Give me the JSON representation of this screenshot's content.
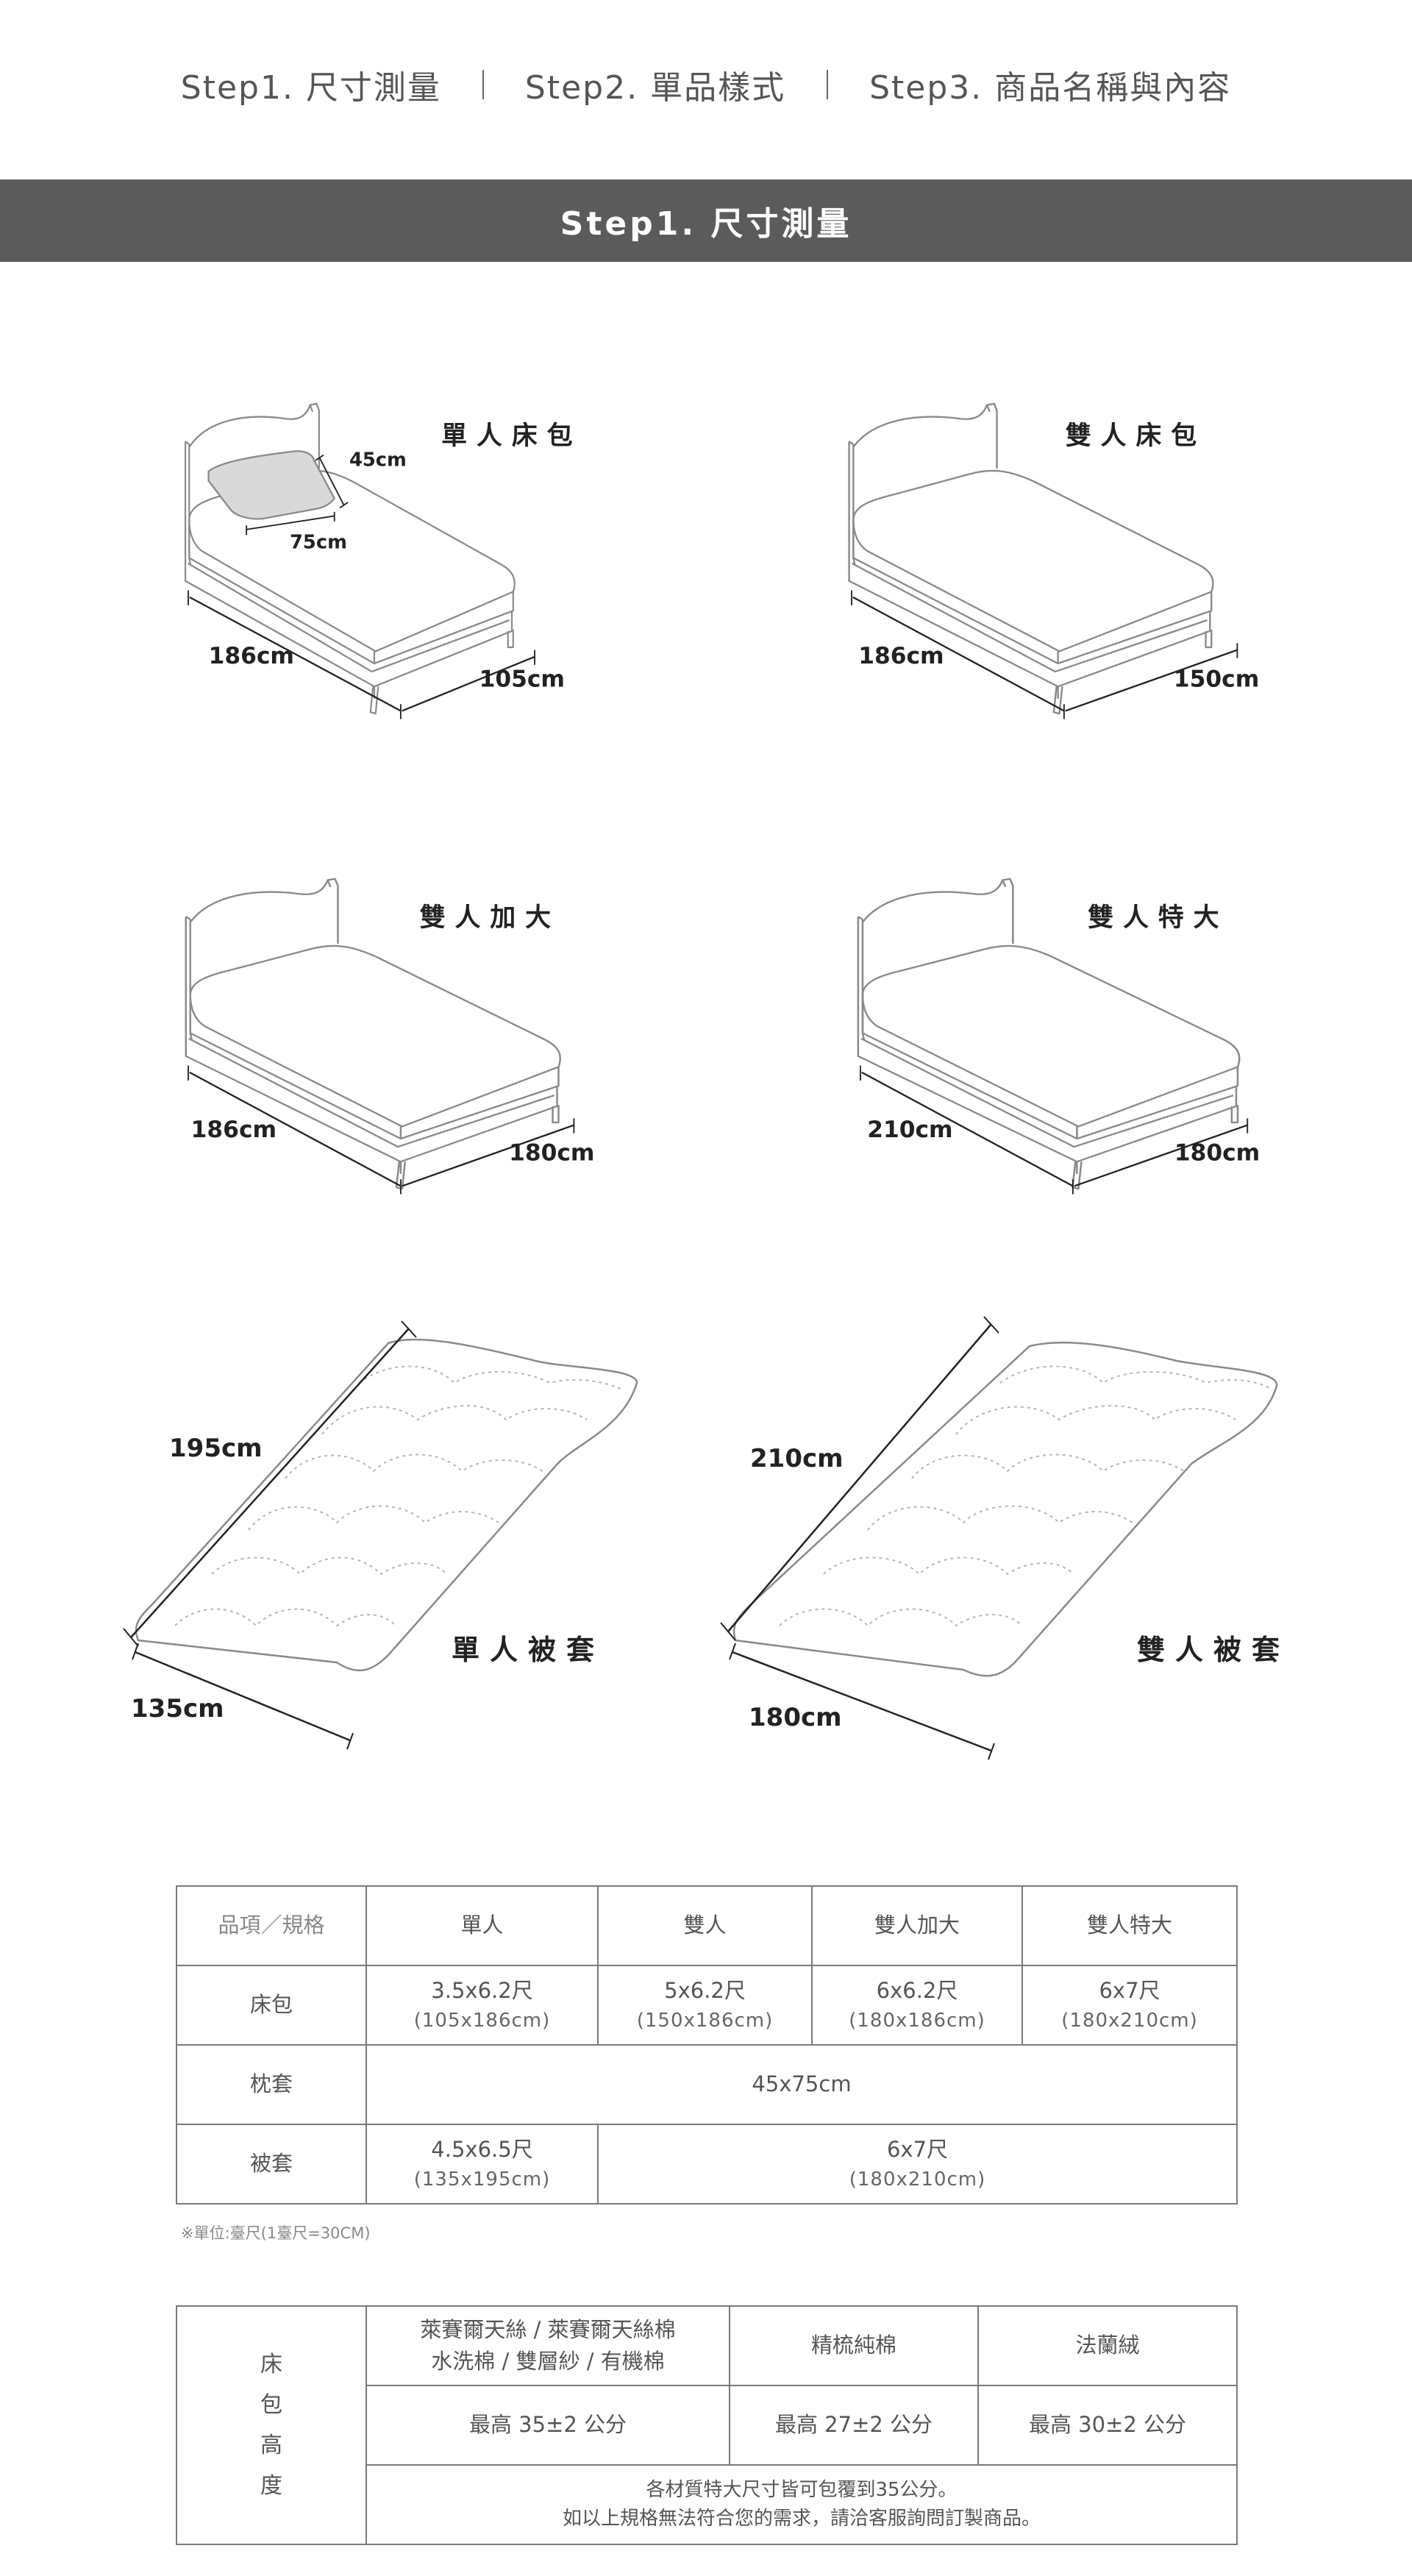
{
  "nav": {
    "steps": [
      "Step1. 尺寸測量",
      "Step2. 單品樣式",
      "Step3. 商品名稱與內容"
    ]
  },
  "section": {
    "title": "Step1. 尺寸測量"
  },
  "illustrations": {
    "single_bed": {
      "title": "單人床包",
      "pillow_h": "45cm",
      "pillow_w": "75cm",
      "length": "186cm",
      "width": "105cm"
    },
    "double_bed": {
      "title": "雙人床包",
      "length": "186cm",
      "width": "150cm"
    },
    "queen_bed": {
      "title": "雙人加大",
      "length": "186cm",
      "width": "180cm"
    },
    "king_bed": {
      "title": "雙人特大",
      "length": "210cm",
      "width": "180cm"
    },
    "single_quilt": {
      "title": "單人被套",
      "length": "195cm",
      "width": "135cm"
    },
    "double_quilt": {
      "title": "雙人被套",
      "length": "210cm",
      "width": "180cm"
    }
  },
  "spec_table": {
    "header": [
      "品項／規格",
      "單人",
      "雙人",
      "雙人加大",
      "雙人特大"
    ],
    "fitted": {
      "label": "床包",
      "cells": [
        {
          "main": "3.5x6.2尺",
          "sub": "(105x186cm)"
        },
        {
          "main": "5x6.2尺",
          "sub": "(150x186cm)"
        },
        {
          "main": "6x6.2尺",
          "sub": "(180x186cm)"
        },
        {
          "main": "6x7尺",
          "sub": "(180x210cm)"
        }
      ]
    },
    "pillow": {
      "label": "枕套",
      "value": "45x75cm"
    },
    "quilt": {
      "label": "被套",
      "single": {
        "main": "4.5x6.5尺",
        "sub": "(135x195cm)"
      },
      "other": {
        "main": "6x7尺",
        "sub": "(180x210cm)"
      }
    }
  },
  "unit_note": "※單位:臺尺(1臺尺=30CM)",
  "height_table": {
    "label": [
      "床",
      "包",
      "高",
      "度"
    ],
    "materials": [
      {
        "line1": "萊賽爾天絲 / 萊賽爾天絲棉",
        "line2": "水洗棉 / 雙層紗 / 有機棉"
      },
      {
        "line1": "精梳純棉"
      },
      {
        "line1": "法蘭絨"
      }
    ],
    "heights": [
      "最高 35±2 公分",
      "最高 27±2 公分",
      "最高 30±2 公分"
    ],
    "notes": [
      "各材質特大尺寸皆可包覆到35公分。",
      "如以上規格無法符合您的需求，請洽客服詢問訂製商品。"
    ]
  }
}
